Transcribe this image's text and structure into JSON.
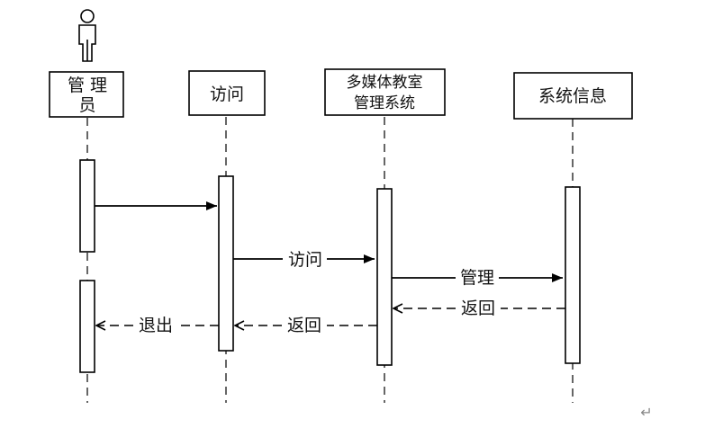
{
  "participants": [
    {
      "id": "admin",
      "label_lines": [
        "管 理",
        "员"
      ],
      "actor": true
    },
    {
      "id": "access",
      "label_lines": [
        "访问"
      ],
      "actor": false
    },
    {
      "id": "mmsys",
      "label_lines": [
        "多媒体教室",
        "管理系统"
      ],
      "actor": false
    },
    {
      "id": "sysinfo",
      "label_lines": [
        "系统信息"
      ],
      "actor": false
    }
  ],
  "messages": [
    {
      "from": "admin",
      "to": "access",
      "label": "",
      "style": "solid"
    },
    {
      "from": "access",
      "to": "mmsys",
      "label": "访问",
      "style": "solid"
    },
    {
      "from": "mmsys",
      "to": "sysinfo",
      "label": "管理",
      "style": "solid"
    },
    {
      "from": "sysinfo",
      "to": "mmsys",
      "label": "返回",
      "style": "dashed"
    },
    {
      "from": "mmsys",
      "to": "access",
      "label": "返回",
      "style": "dashed"
    },
    {
      "from": "access",
      "to": "admin",
      "label": "退出",
      "style": "dashed"
    }
  ],
  "page_mark": "↵"
}
